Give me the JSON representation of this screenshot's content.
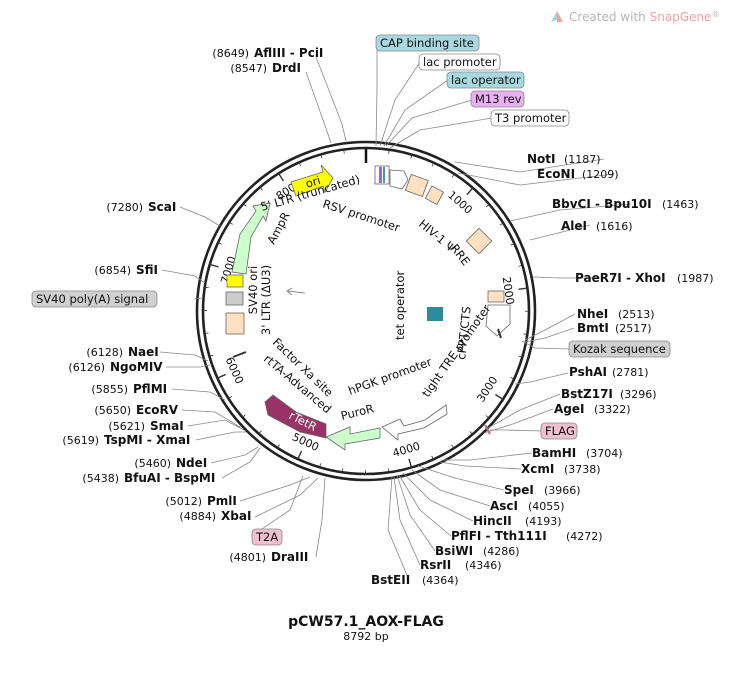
{
  "credit": {
    "prefix": "Created with ",
    "brand": "SnapGene",
    "suffix": "®"
  },
  "plasmid": {
    "name": "pCW57.1_AOX-FLAG",
    "size": "8792 bp"
  },
  "ring_ticks": [
    "1000",
    "2000",
    "3000",
    "4000",
    "5000",
    "6000",
    "7000",
    "8000"
  ],
  "enzymes": [
    {
      "pos": "(8649)",
      "name": "AflIII - PciI"
    },
    {
      "pos": "(8547)",
      "name": "DrdI"
    },
    {
      "name": "NotI",
      "pos": "(1187)"
    },
    {
      "name": "EcoNI",
      "pos": "(1209)"
    },
    {
      "name": "BbvCI - Bpu10I",
      "pos": "(1463)"
    },
    {
      "name": "AleI",
      "pos": "(1616)"
    },
    {
      "name": "PaeR7I - XhoI",
      "pos": "(1987)"
    },
    {
      "name": "NheI",
      "pos": "(2513)"
    },
    {
      "name": "BmtI",
      "pos": "(2517)"
    },
    {
      "name": "PshAI",
      "pos": "(2781)"
    },
    {
      "name": "BstZ17I",
      "pos": "(3296)"
    },
    {
      "name": "AgeI",
      "pos": "(3322)"
    },
    {
      "name": "BamHI",
      "pos": "(3704)"
    },
    {
      "name": "XcmI",
      "pos": "(3738)"
    },
    {
      "name": "SpeI",
      "pos": "(3966)"
    },
    {
      "name": "AscI",
      "pos": "(4055)"
    },
    {
      "name": "HincII",
      "pos": "(4193)"
    },
    {
      "name": "PflFI - Tth111I",
      "pos": "(4272)"
    },
    {
      "name": "BsiWI",
      "pos": "(4286)"
    },
    {
      "name": "RsrII",
      "pos": "(4346)"
    },
    {
      "name": "BstEII",
      "pos": "(4364)"
    },
    {
      "pos": "(4801)",
      "name": "DraIII"
    },
    {
      "pos": "(4884)",
      "name": "XbaI"
    },
    {
      "pos": "(5012)",
      "name": "PmlI"
    },
    {
      "pos": "(5438)",
      "name": "BfuAI - BspMI"
    },
    {
      "pos": "(5460)",
      "name": "NdeI"
    },
    {
      "pos": "(5619)",
      "name": "TspMI - XmaI"
    },
    {
      "pos": "(5621)",
      "name": "SmaI"
    },
    {
      "pos": "(5650)",
      "name": "EcoRV"
    },
    {
      "pos": "(5855)",
      "name": "PflMI"
    },
    {
      "pos": "(6126)",
      "name": "NgoMIV"
    },
    {
      "pos": "(6128)",
      "name": "NaeI"
    },
    {
      "pos": "(6854)",
      "name": "SfiI"
    },
    {
      "pos": "(7280)",
      "name": "ScaI"
    }
  ],
  "outer_features": [
    "CAP binding site",
    "lac promoter",
    "lac operator",
    "M13 rev",
    "T3 promoter",
    "Kozak sequence",
    "FLAG",
    "T2A",
    "SV40 poly(A) signal"
  ],
  "inner_features": [
    "RSV promoter",
    "5' LTR (truncated)",
    "HIV-1 Ψ",
    "RRE",
    "tet operator",
    "cPPT/CTS",
    "tight TRE promoter",
    "hPGK promoter",
    "PuroR",
    "rtTA-Advanced",
    "Factor Xa site",
    "3' LTR (ΔU3)",
    "SV40 ori",
    "AmpR",
    "ori",
    "rTetR"
  ],
  "colors": {
    "ori": "#ffff00",
    "ampr": "#ccffcc",
    "puror": "#ccffcc",
    "rtetr": "#993366",
    "ltr": "#ffe0c0",
    "cap_binding": "#a8d8e0",
    "lac_operator": "#a8d8e0",
    "m13": "#e8b0f0",
    "flag": "#f0c0d0",
    "t2a": "#f0c0d0",
    "sv40_polyA": "#d0d0d0",
    "tet_operator": "#2e8b9a",
    "brand": "#f4a0a0"
  }
}
